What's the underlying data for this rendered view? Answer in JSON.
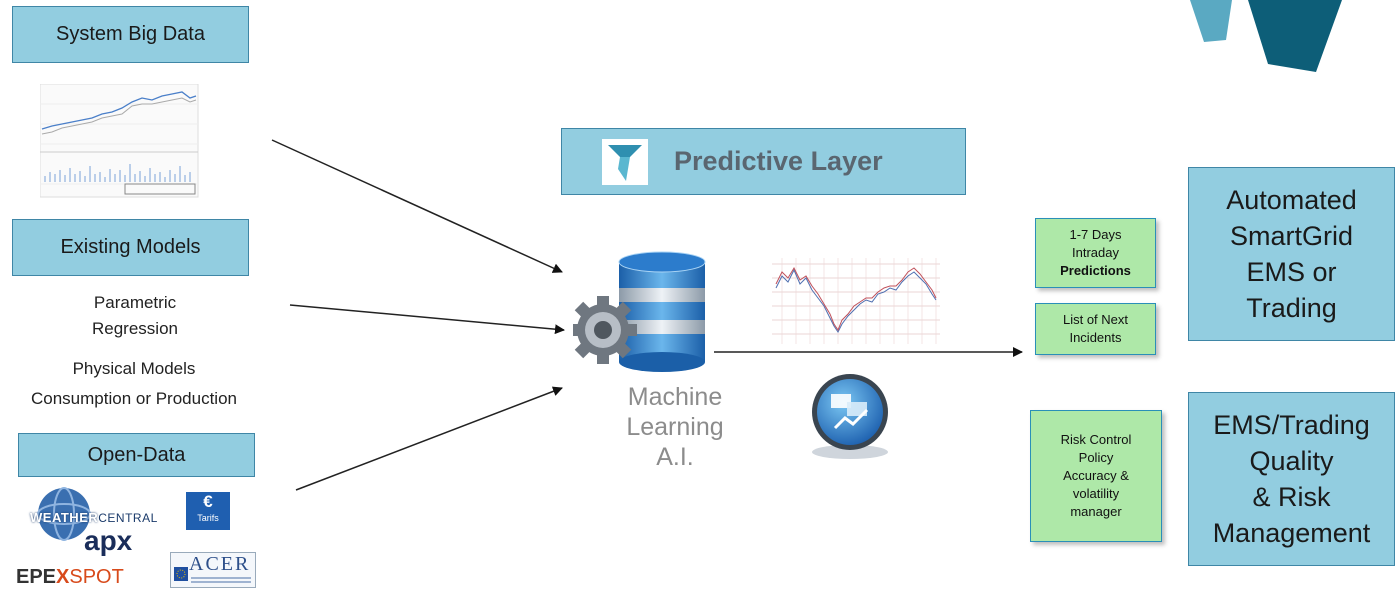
{
  "left": {
    "big_data_title": "System  Big Data",
    "models_title": "Existing  Models",
    "models_lines": [
      "Parametric",
      "Regression",
      "Physical Models",
      "Consumption or Production"
    ],
    "open_data_title": "Open-Data",
    "logos": {
      "weather_a": "WEATHER",
      "weather_b": "CENTRAL",
      "tarifs_symbol": "€",
      "tarifs": "Tarifs",
      "apx": "apx",
      "epex_a": "EPE",
      "epex_b": "X",
      "epex_c": "SPOT",
      "acer": "ACER"
    }
  },
  "center": {
    "predictive_title": "Predictive Layer",
    "ml_lines": [
      "Machine",
      "Learning",
      "A.I."
    ]
  },
  "notes": {
    "predictions": [
      "1-7 Days",
      "Intraday",
      "Predictions"
    ],
    "incidents": [
      "List of Next",
      "Incidents"
    ],
    "risk": [
      "Risk Control",
      "Policy",
      "Accuracy &",
      "volatility",
      "manager"
    ]
  },
  "right": {
    "automated": [
      "Automated",
      "SmartGrid",
      "EMS or",
      "Trading"
    ],
    "quality": [
      "EMS/Trading",
      "Quality",
      "& Risk",
      "Management"
    ]
  },
  "colors": {
    "box_fill": "#92cde0",
    "box_border": "#3f86a6",
    "note_fill": "#aee8a8",
    "brand_dark": "#0d5e78",
    "brand_light": "#5aa9c2"
  }
}
